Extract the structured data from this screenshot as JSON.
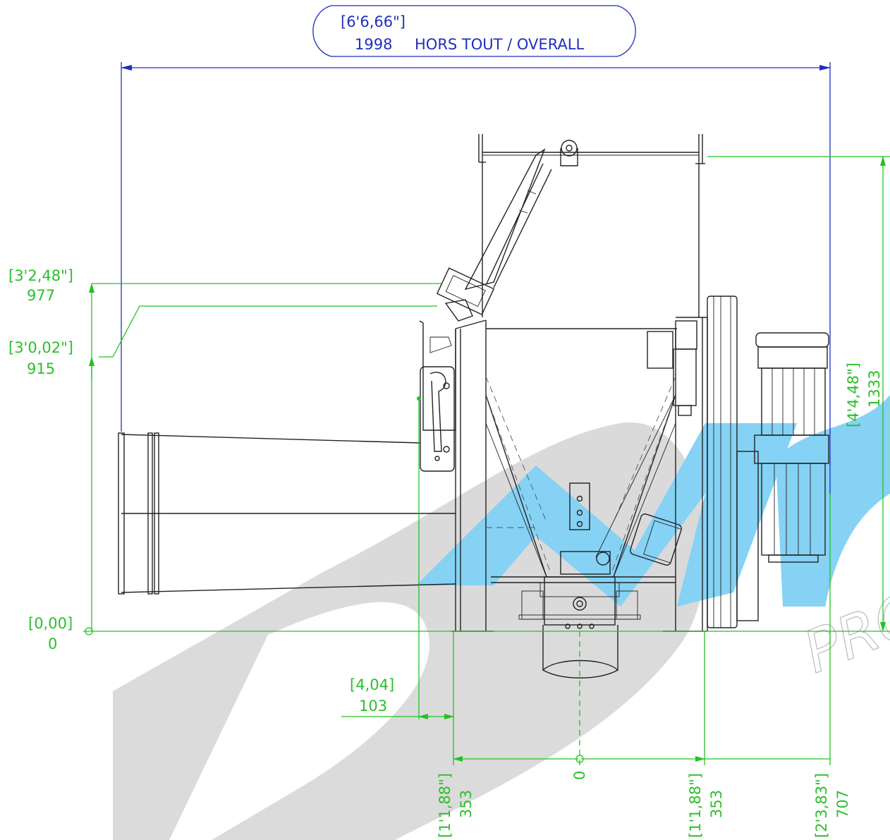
{
  "watermark": {
    "text": "PRO",
    "color_blue": "#7fd0f4",
    "color_gray": "#d9d9d9"
  },
  "overall": {
    "imperial": "[6'6,66\"]",
    "metric": "1998",
    "label": "HORS TOUT / OVERALL"
  },
  "dims_left": [
    {
      "imperial": "[3'2,48\"]",
      "metric": "977"
    },
    {
      "imperial": "[3'0,02\"]",
      "metric": "915"
    },
    {
      "imperial": "[0,00]",
      "metric": "0"
    }
  ],
  "dim_right_height": {
    "imperial": "[4'4,48\"]",
    "metric": "1333"
  },
  "dim_offset": {
    "imperial": "[4,04]",
    "metric": "103"
  },
  "dims_bottom": [
    {
      "imperial": "[1'1,88\"]",
      "metric": "353"
    },
    {
      "imperial": "",
      "metric": "0"
    },
    {
      "imperial": "[1'1,88\"]",
      "metric": "353"
    },
    {
      "imperial": "[2'3,83\"]",
      "metric": "707"
    }
  ],
  "colors": {
    "dimension": "#2bbf2b",
    "overall_dimension": "#1f2fbf",
    "linework": "#222222"
  }
}
